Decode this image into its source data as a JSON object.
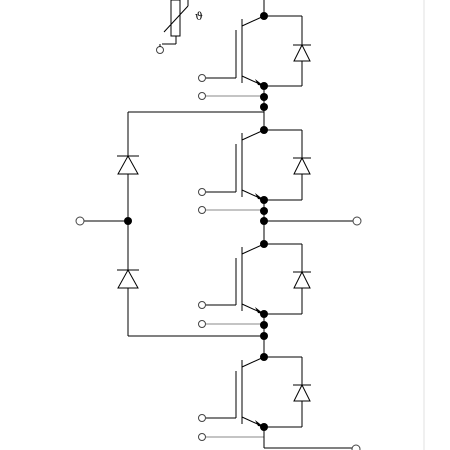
{
  "diagram": {
    "ntc_label": "ϑ",
    "colors": {
      "wire": "#000000",
      "gate_wire": "#8a8a8a",
      "terminal_fill": "#ffffff",
      "background": "#ffffff"
    },
    "icons": [
      "igbt-symbol",
      "diode-symbol",
      "ntc-thermistor-symbol",
      "junction-dot",
      "open-terminal"
    ]
  }
}
